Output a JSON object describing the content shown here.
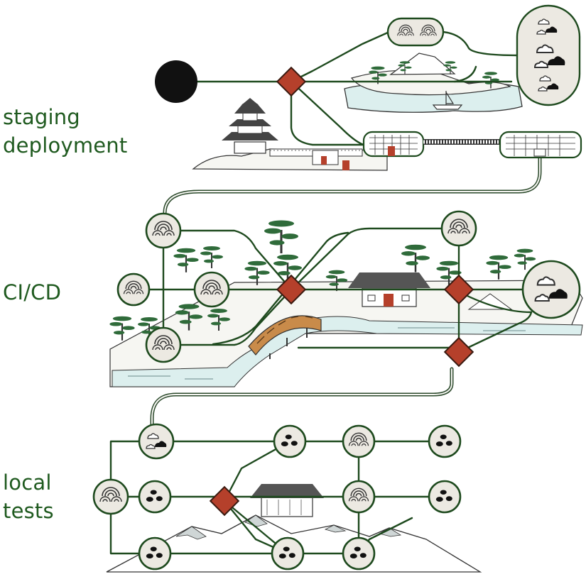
{
  "stages": {
    "staging": {
      "lines": [
        "staging",
        "deployment"
      ]
    },
    "cicd": {
      "lines": [
        "CI/CD"
      ]
    },
    "local": {
      "lines": [
        "local",
        "tests"
      ]
    }
  },
  "colors": {
    "track": "#1e4a1e",
    "label": "#1f5a1f",
    "diamond": "#b5402b",
    "node_fill": "#ece9e2",
    "water": "#dcefee",
    "roof": "#555555"
  },
  "icons": {
    "waves": "seigaiha-wave-icon",
    "stones": "black-stones-icon",
    "clouds": "cloud-stones-icon",
    "terminus": "black-circle-icon",
    "junction": "red-diamond-icon"
  }
}
